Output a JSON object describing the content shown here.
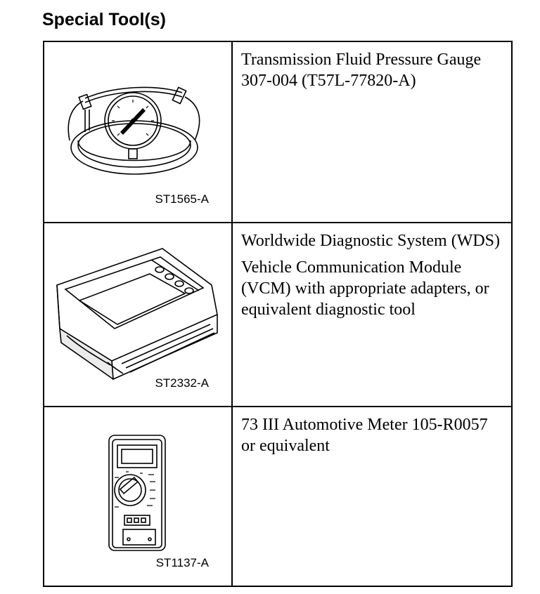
{
  "heading": "Special Tool(s)",
  "tools": [
    {
      "code": "ST1565-A",
      "icon": "pressure-gauge-icon",
      "description": [
        "Transmission Fluid Pressure Gauge 307-004 (T57L-77820-A)"
      ]
    },
    {
      "code": "ST2332-A",
      "icon": "diagnostic-system-icon",
      "description": [
        "Worldwide Diagnostic System (WDS)",
        "Vehicle Communication Module (VCM) with appropriate adapters, or equivalent diagnostic tool"
      ]
    },
    {
      "code": "ST1137-A",
      "icon": "multimeter-icon",
      "description": [
        "73 III Automotive Meter 105-R0057 or equivalent"
      ]
    }
  ]
}
